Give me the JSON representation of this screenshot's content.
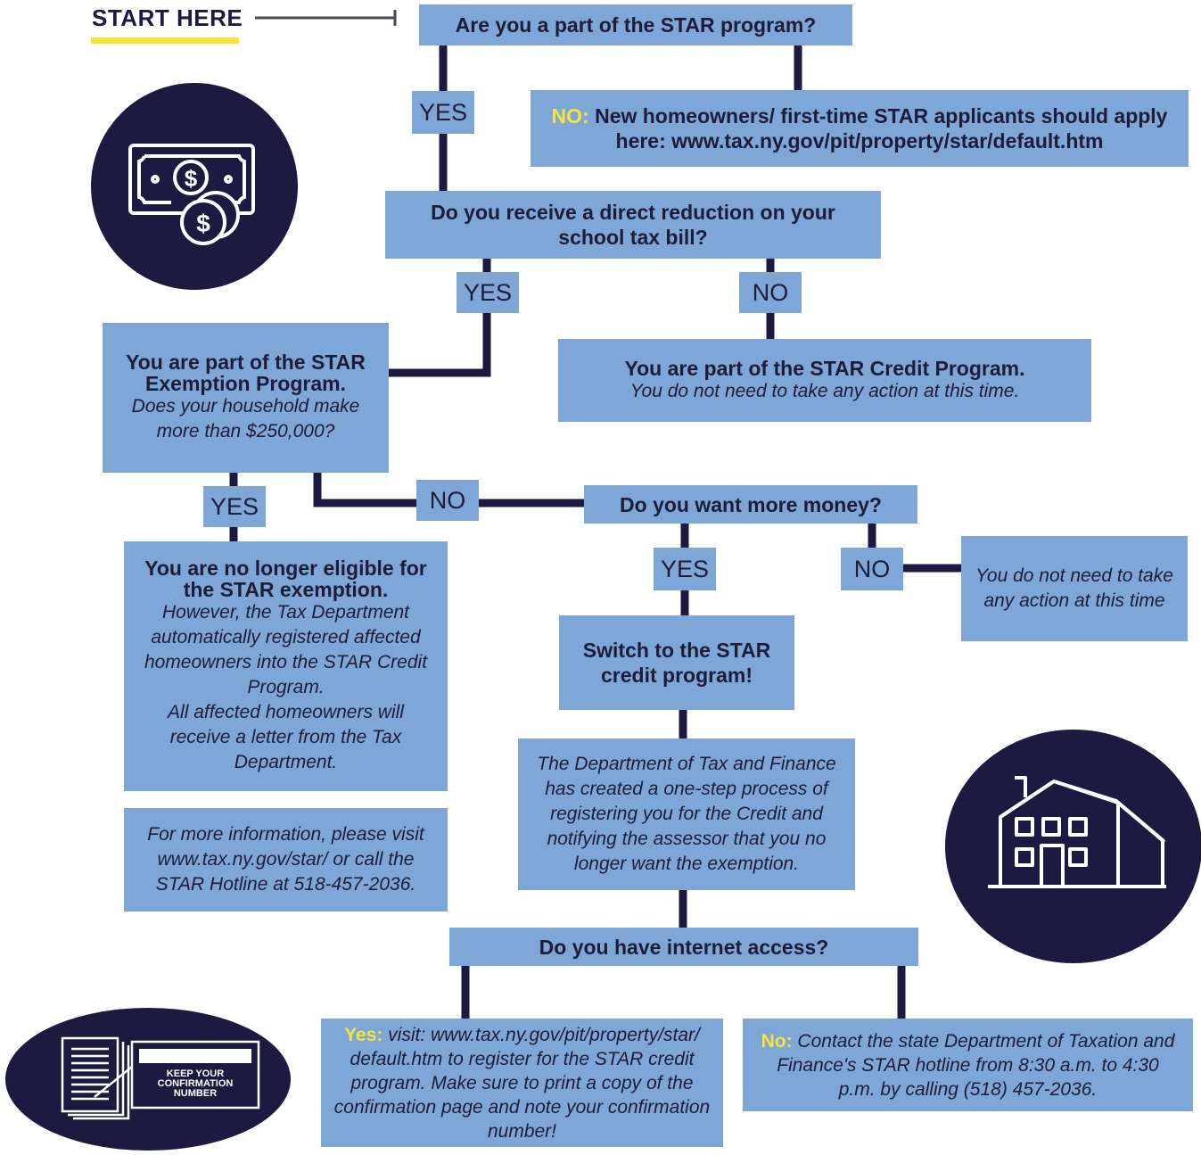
{
  "start_label": "START HERE",
  "q1": "Are you a part of the STAR program?",
  "no1": {
    "lead": "NO:",
    "text": "New homeowners/ first-time STAR applicants should apply here: www.tax.ny.gov/pit/property/star/default.htm"
  },
  "q2": "Do you receive a direct reduction on your school tax bill?",
  "labels": {
    "yes_1": "YES",
    "yes_2": "YES",
    "no_2": "NO",
    "yes_3": "YES",
    "no_3": "NO",
    "yes_4": "YES",
    "no_4": "NO"
  },
  "exemption": {
    "title": "You are part of the STAR Exemption Program.",
    "question": "Does your household make more than $250,000?"
  },
  "credit": {
    "title": "You are part of the STAR Credit Program.",
    "note": "You do not need to take any action at this time."
  },
  "q_money": "Do you want more money?",
  "no_action": "You do not need to take any action at this time",
  "ineligible": {
    "title": "You are no longer eligible for the STAR exemption.",
    "body1": "However, the Tax Department automatically registered affected homeowners into the STAR Credit Program.",
    "body2": "All affected homeowners will receive a letter from the Tax Department."
  },
  "more_info": "For more information, please visit www.tax.ny.gov/star/ or call the STAR Hotline at 518-457-2036.",
  "switch": "Switch to the STAR credit program!",
  "process": "The Department of Tax and Finance has created a one-step process of registering you for the Credit and notifying the assessor that you no longer want the exemption.",
  "q_internet": "Do you have internet access?",
  "yes_internet": {
    "lead": "Yes:",
    "text": "visit: www.tax.ny.gov/pit/property/star/ default.htm to register for the STAR credit program. Make sure to print a copy of the confirmation page and note your confirmation number!"
  },
  "no_internet": {
    "lead": "No:",
    "text": "Contact the state Department of Taxation and Finance's STAR hotline from 8:30 a.m. to 4:30 p.m. by calling (518) 457-2036."
  },
  "confirmation_icon_text": "KEEP YOUR CONFIRMATION NUMBER",
  "icons": [
    "money-icon",
    "house-icon",
    "confirmation-document-icon"
  ],
  "colors": {
    "box": "#7ea6d6",
    "navy": "#1c1a40",
    "accent_yellow": "#f5e53a"
  }
}
